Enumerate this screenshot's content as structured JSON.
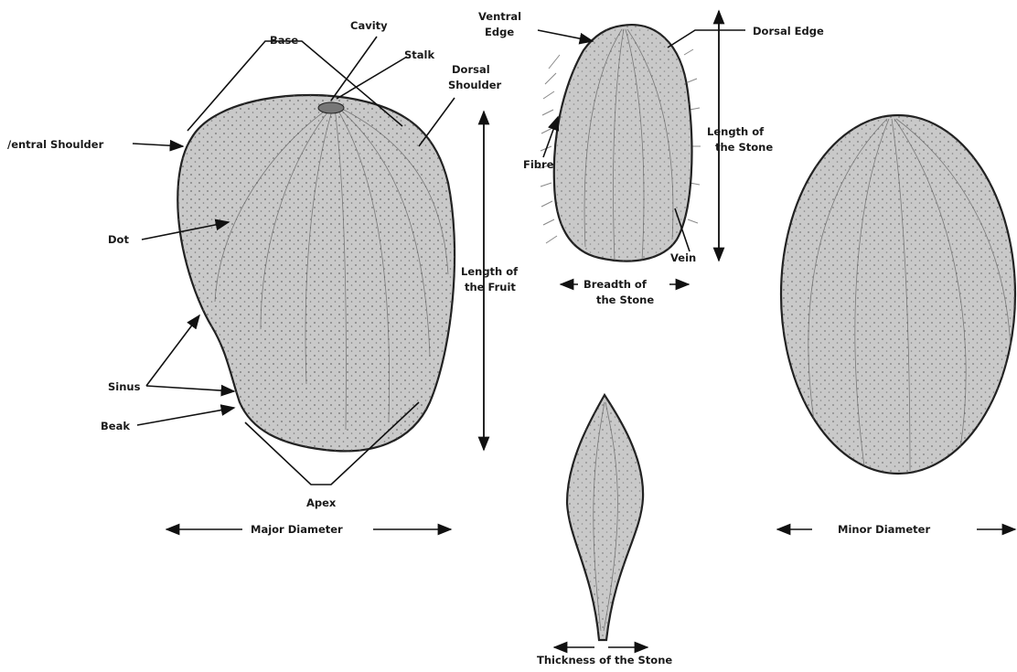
{
  "labels": {
    "base": "Base",
    "cavity": "Cavity",
    "stalk": "Stalk",
    "dorsal_shoulder_l1": "Dorsal",
    "dorsal_shoulder_l2": "Shoulder",
    "ventral_shoulder": "/entral Shoulder",
    "dot": "Dot",
    "sinus": "Sinus",
    "beak": "Beak",
    "apex": "Apex",
    "major_diameter": "Major Diameter",
    "length_fruit_l1": "Length of",
    "length_fruit_l2": "the Fruit",
    "ventral_edge_l1": "Ventral",
    "ventral_edge_l2": "Edge",
    "dorsal_edge": "Dorsal Edge",
    "fibre": "Fibre",
    "length_stone_l1": "Length of",
    "length_stone_l2": "the Stone",
    "vein": "Vein",
    "breadth_l1": "Breadth of",
    "breadth_l2": "the Stone",
    "thickness": "Thickness of the Stone",
    "minor_diameter": "Minor Diameter"
  }
}
